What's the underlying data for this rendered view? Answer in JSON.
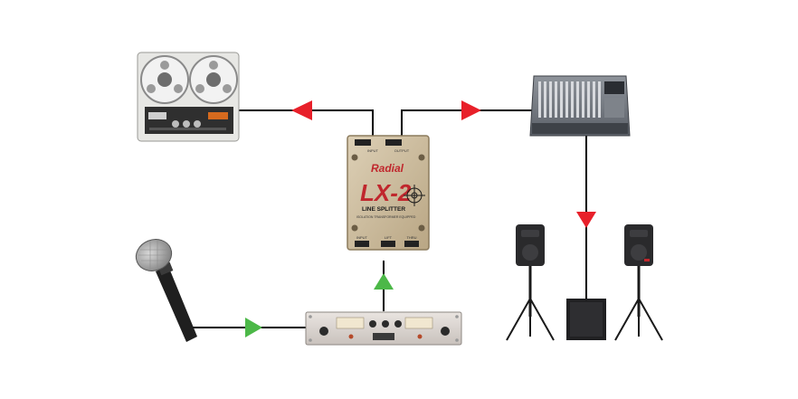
{
  "splitter": {
    "brand": "Radial",
    "model": "LX-2",
    "subtitle": "LINE SPLITTER",
    "tagline": "ISOLATION TRANSFORMER EQUIPPED",
    "top_left_label": "INPUT",
    "top_right_label": "OUTPUT",
    "bottom_labels": [
      "INPUT",
      "LIFT",
      "THRU"
    ]
  },
  "colors": {
    "wire": "#000000",
    "arrow_output": "#e8202a",
    "arrow_input": "#4cb848",
    "splitter_body": "#c9b79a",
    "brand_red": "#c0272d"
  },
  "icons": {
    "recorder": "reel-to-reel-recorder-icon",
    "mixer": "mixing-console-icon",
    "microphone": "microphone-icon",
    "preamp": "rack-preamp-icon",
    "speakers": "pa-speakers-icon"
  }
}
